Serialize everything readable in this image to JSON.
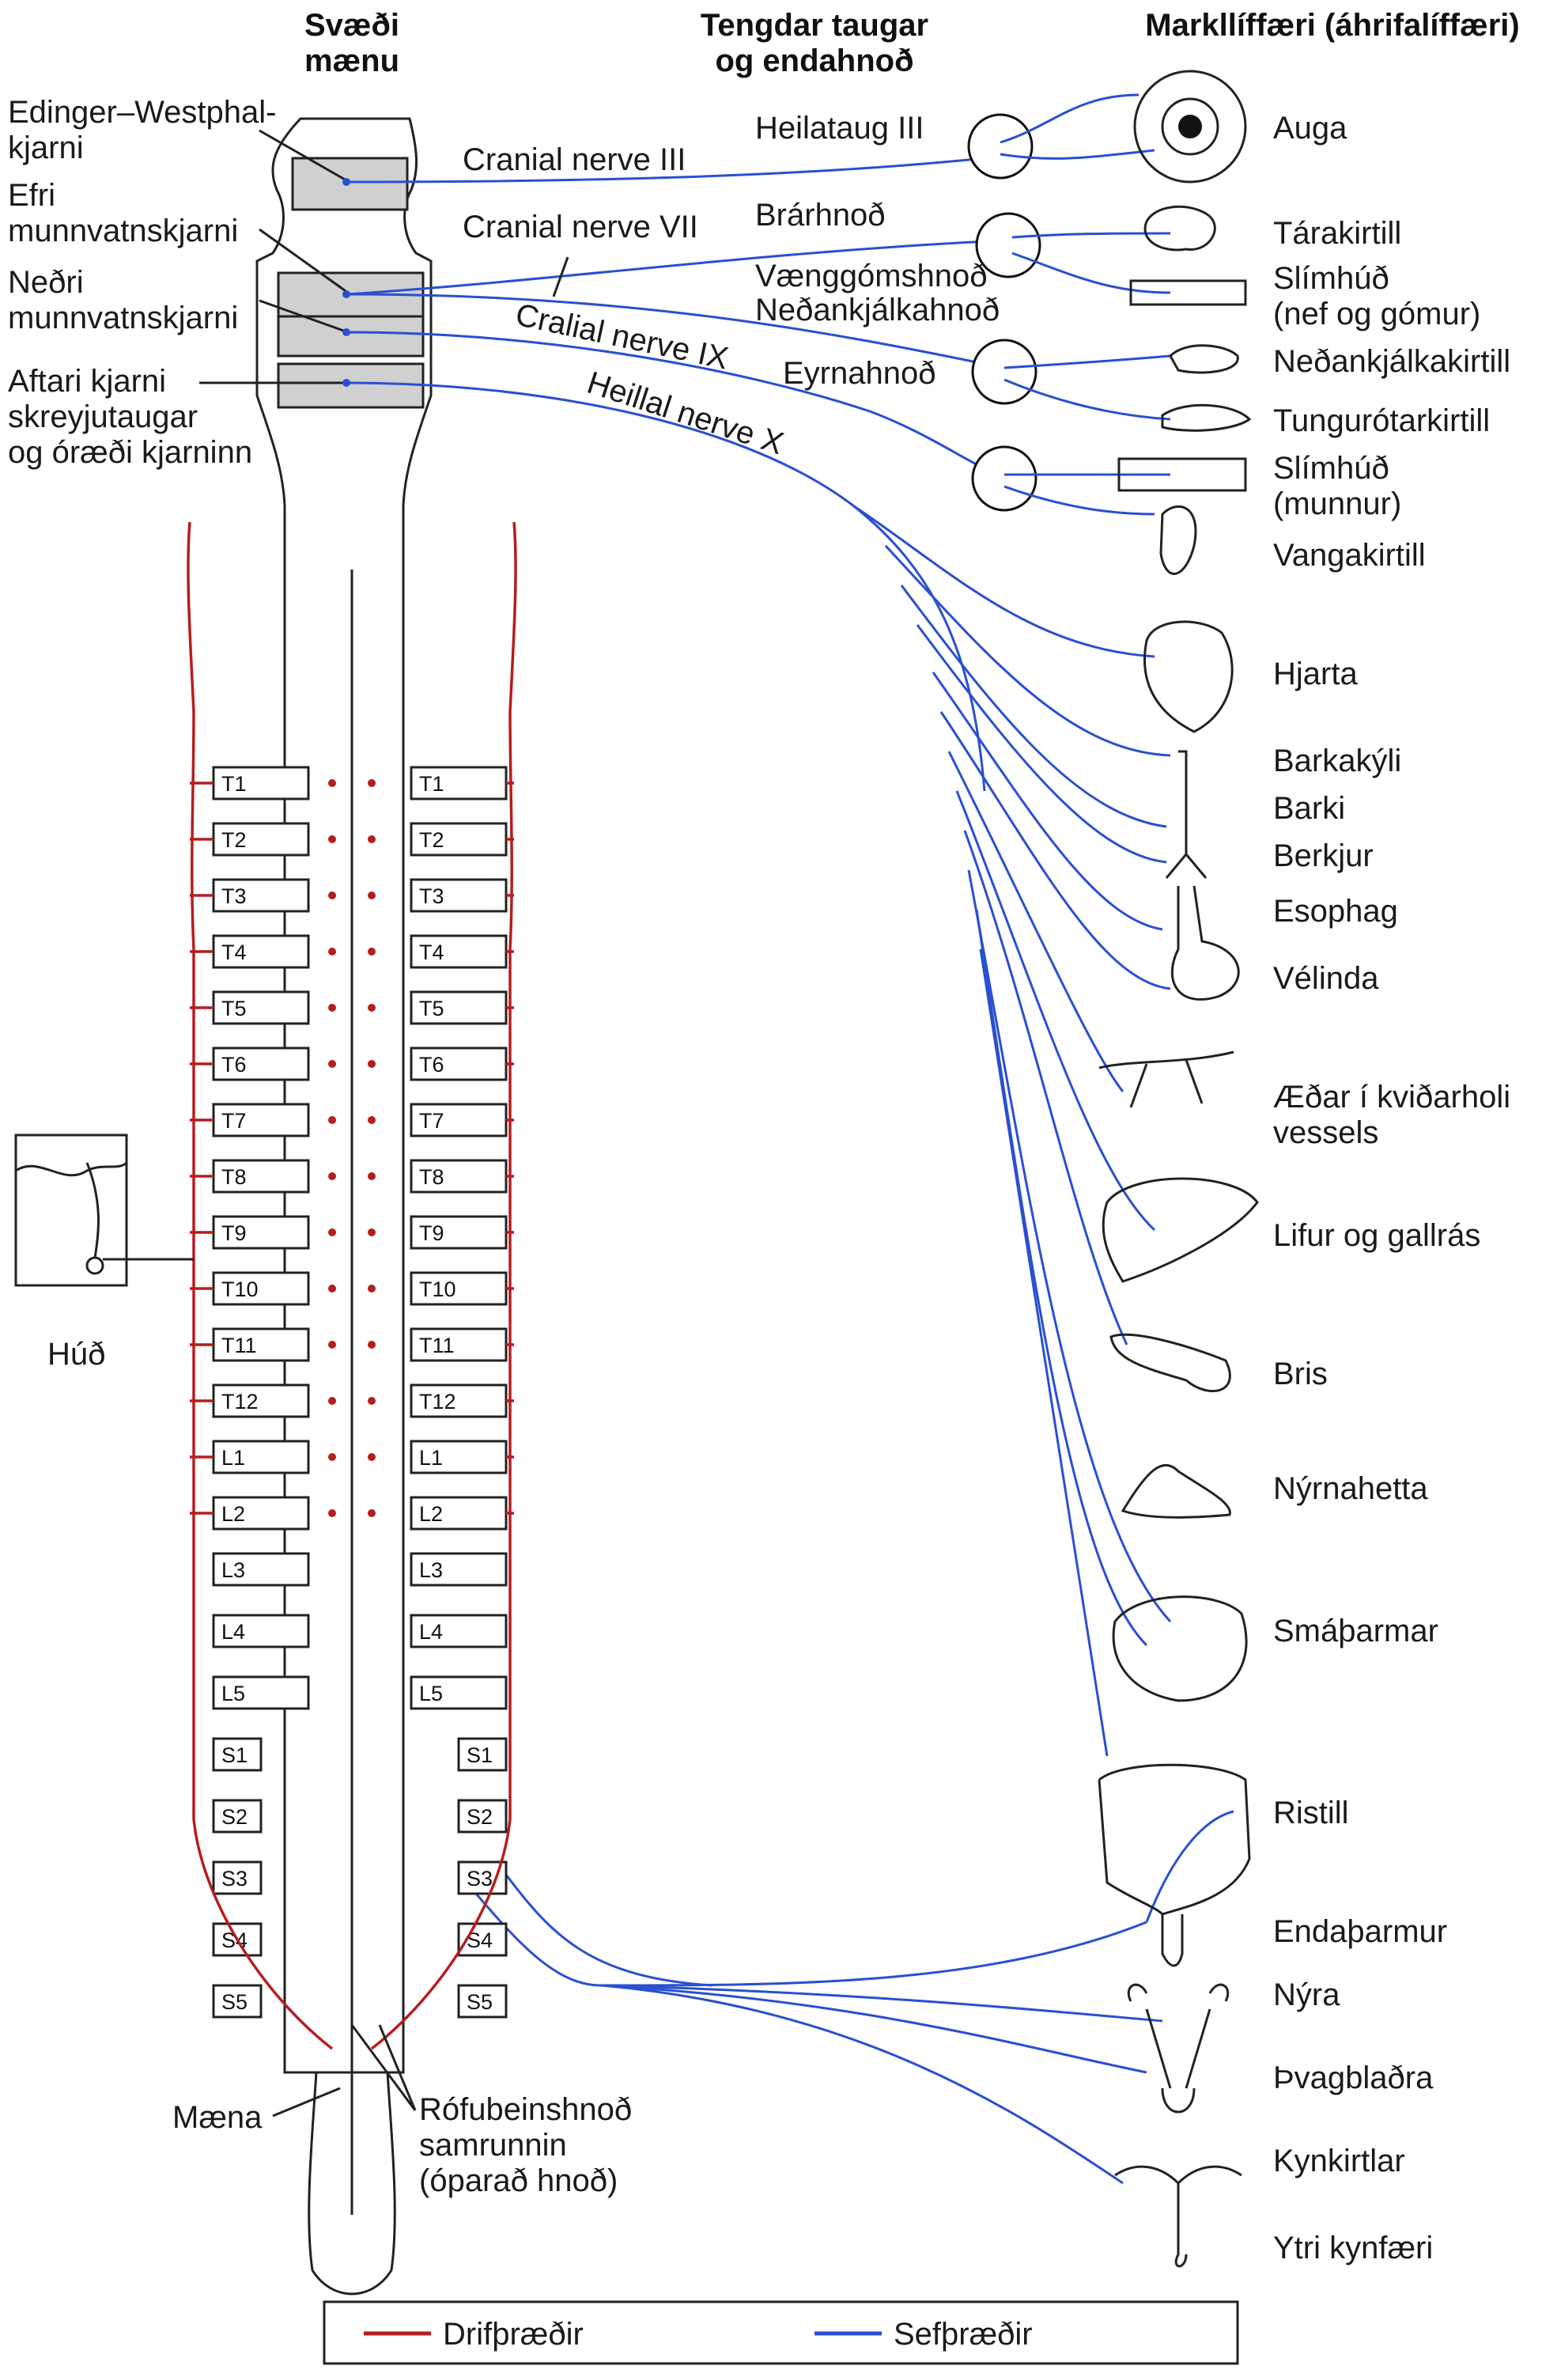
{
  "headers": {
    "region": [
      "Svæði",
      "mænu"
    ],
    "nerves": [
      "Tengdar taugar",
      "og endahnoð"
    ],
    "targets": "Markllíffæri (áhrifalíffæri)"
  },
  "nuclei": {
    "edinger": [
      "Edinger–Westphal-",
      "kjarni"
    ],
    "superior": [
      "Efri",
      "munnvatnskjarni"
    ],
    "inferior": [
      "Neðri",
      "munnvatnskjarni"
    ],
    "dorsal": [
      "Aftari kjarni",
      "skreyjutaugar",
      "og óræði kjarninn"
    ]
  },
  "nerves": {
    "cn3": "Cranial nerve III",
    "cn7": "Cranial nerve VII",
    "cn9": "Cralial nerve IX",
    "cn10": "Heillal nerve X"
  },
  "ganglia": {
    "ciliary": "Heilataug III",
    "pterygo_a": "Brárhnoð",
    "pterygo_b": "Vænggómshnoð",
    "submand": "Neðankjálkahnoð",
    "otic": "Eyrnahnoð"
  },
  "targets": [
    {
      "key": "auga",
      "label": "Auga"
    },
    {
      "key": "tarakirtill",
      "label": "Tárakirtill"
    },
    {
      "key": "slimhud_nef_1",
      "label": "Slímhúð"
    },
    {
      "key": "slimhud_nef_2",
      "label": "(nef og gómur)"
    },
    {
      "key": "nedankjalka",
      "label": "Neðankjálkakirtill"
    },
    {
      "key": "tungurot",
      "label": "Tungurótarkirtill"
    },
    {
      "key": "slimhud_munn_1",
      "label": "Slímhúð"
    },
    {
      "key": "slimhud_munn_2",
      "label": "(munnur)"
    },
    {
      "key": "vangakirtill",
      "label": "Vangakirtill"
    },
    {
      "key": "hjarta",
      "label": "Hjarta"
    },
    {
      "key": "barkakyli",
      "label": "Barkakýli"
    },
    {
      "key": "barki",
      "label": "Barki"
    },
    {
      "key": "berkjur",
      "label": "Berkjur"
    },
    {
      "key": "esophag",
      "label": "Esophag"
    },
    {
      "key": "velinda",
      "label": "Vélinda"
    },
    {
      "key": "aedar_1",
      "label": "Æðar í kviðarholi"
    },
    {
      "key": "aedar_2",
      "label": "vessels"
    },
    {
      "key": "lifur",
      "label": "Lifur og gallrás"
    },
    {
      "key": "bris",
      "label": "Bris"
    },
    {
      "key": "nyrnahetta",
      "label": "Nýrnahetta"
    },
    {
      "key": "smatharmar",
      "label": "Smáþarmar"
    },
    {
      "key": "ristill",
      "label": "Ristill"
    },
    {
      "key": "endatharmur",
      "label": "Endaþarmur"
    },
    {
      "key": "nyra",
      "label": "Nýra"
    },
    {
      "key": "thvagbladra",
      "label": "Þvagblaðra"
    },
    {
      "key": "kynkirtlar",
      "label": "Kynkirtlar"
    },
    {
      "key": "ytri",
      "label": "Ytri kynfæri"
    }
  ],
  "segments": [
    "T1",
    "T2",
    "T3",
    "T4",
    "T5",
    "T6",
    "T7",
    "T8",
    "T9",
    "T10",
    "T11",
    "T12",
    "L1",
    "L2",
    "L3",
    "L4",
    "L5",
    "S1",
    "S2",
    "S3",
    "S4",
    "S5"
  ],
  "other": {
    "skin": "Húð",
    "cord": "Mæna",
    "coccygeal": [
      "Rófubeinshnoð",
      "samrunnin",
      "(óparað hnoð)"
    ]
  },
  "legend": {
    "motor": "Drifþræðir",
    "sensory": "Sefþræðir",
    "motor_color": "#b41e1e",
    "sensory_color": "#2a4fd0"
  }
}
